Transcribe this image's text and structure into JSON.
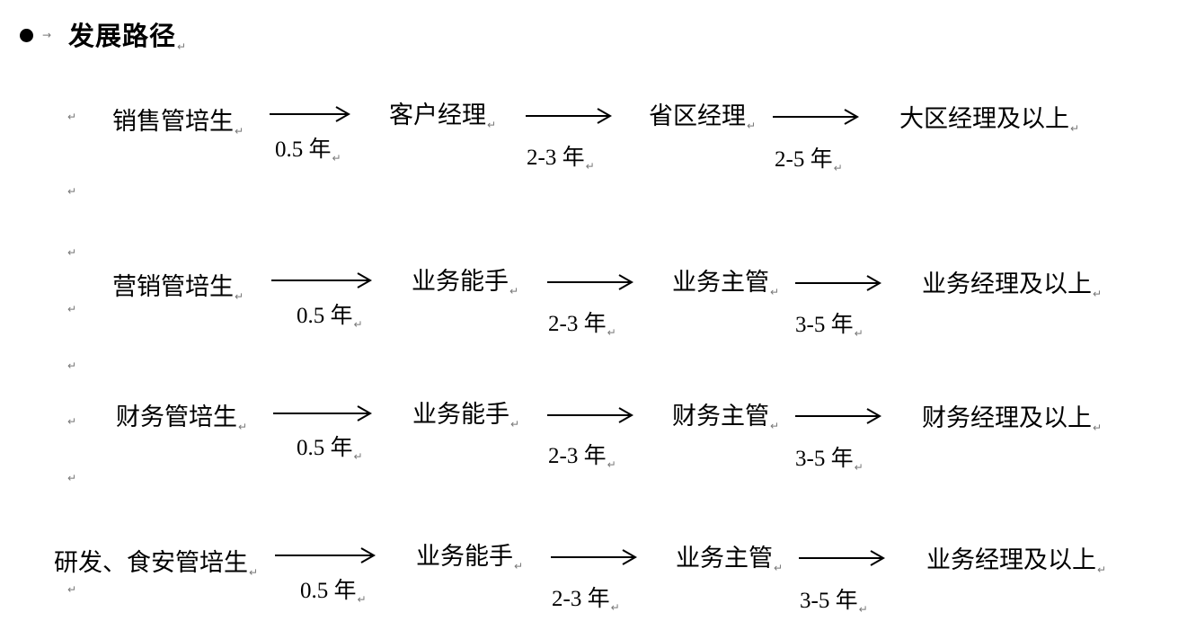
{
  "heading": {
    "bullet_icon": "filled-circle",
    "title": "发展路径",
    "mark": "↵"
  },
  "paragraph_mark": "↵",
  "paths": [
    {
      "roles": [
        "销售管培生",
        "客户经理",
        "省区经理",
        "大区经理及以上"
      ],
      "durations": [
        "0.5 年",
        "2-3 年",
        "2-5 年"
      ]
    },
    {
      "roles": [
        "营销管培生",
        "业务能手",
        "业务主管",
        "业务经理及以上"
      ],
      "durations": [
        "0.5 年",
        "2-3 年",
        "3-5 年"
      ]
    },
    {
      "roles": [
        "财务管培生",
        "业务能手",
        "财务主管",
        "财务经理及以上"
      ],
      "durations": [
        "0.5 年",
        "2-3 年",
        "3-5 年"
      ]
    },
    {
      "roles": [
        "研发、食安管培生",
        "业务能手",
        "业务主管",
        "业务经理及以上"
      ],
      "durations": [
        "0.5 年",
        "2-3 年",
        "3-5 年"
      ]
    }
  ]
}
